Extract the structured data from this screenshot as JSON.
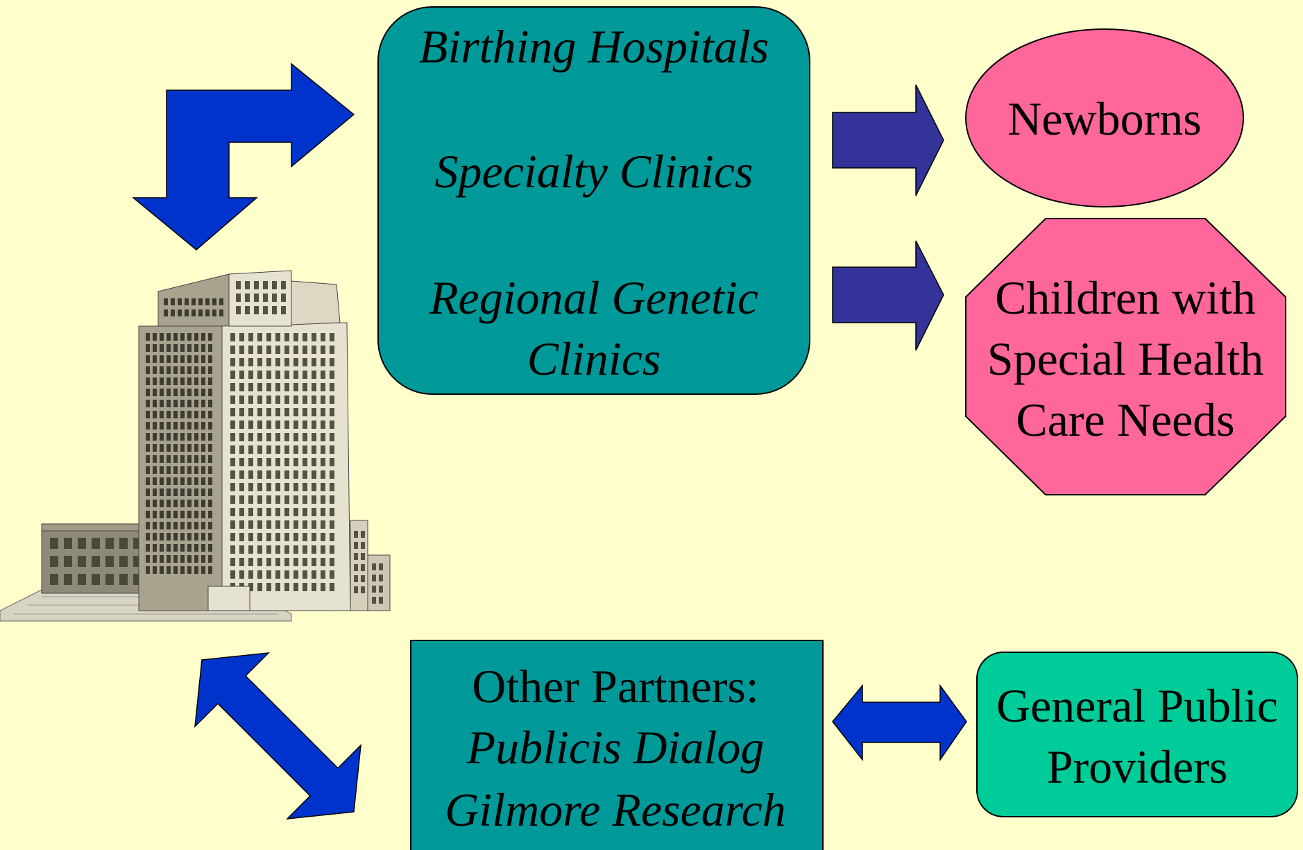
{
  "colors": {
    "background": "#FFFFCC",
    "teal_box": "#009999",
    "pink": "#FF6699",
    "green_box": "#00CC99",
    "blue_arrow": "#0033CC",
    "navy_arrow": "#333399",
    "outline": "#000000"
  },
  "providers_box": {
    "line1": "Birthing Hospitals",
    "line2": "Specialty Clinics",
    "line3a": "Regional Genetic",
    "line3b": "Clinics"
  },
  "newborns": {
    "label": "Newborns"
  },
  "cshcn": {
    "line1": "Children with",
    "line2": "Special Health",
    "line3": "Care Needs"
  },
  "partners_box": {
    "heading": "Other Partners:",
    "partner1": "Publicis Dialog",
    "partner2": "Gilmore Research"
  },
  "public_box": {
    "line1": "General Public",
    "line2": "Providers"
  },
  "icons": {
    "building": "office-building-icon"
  }
}
